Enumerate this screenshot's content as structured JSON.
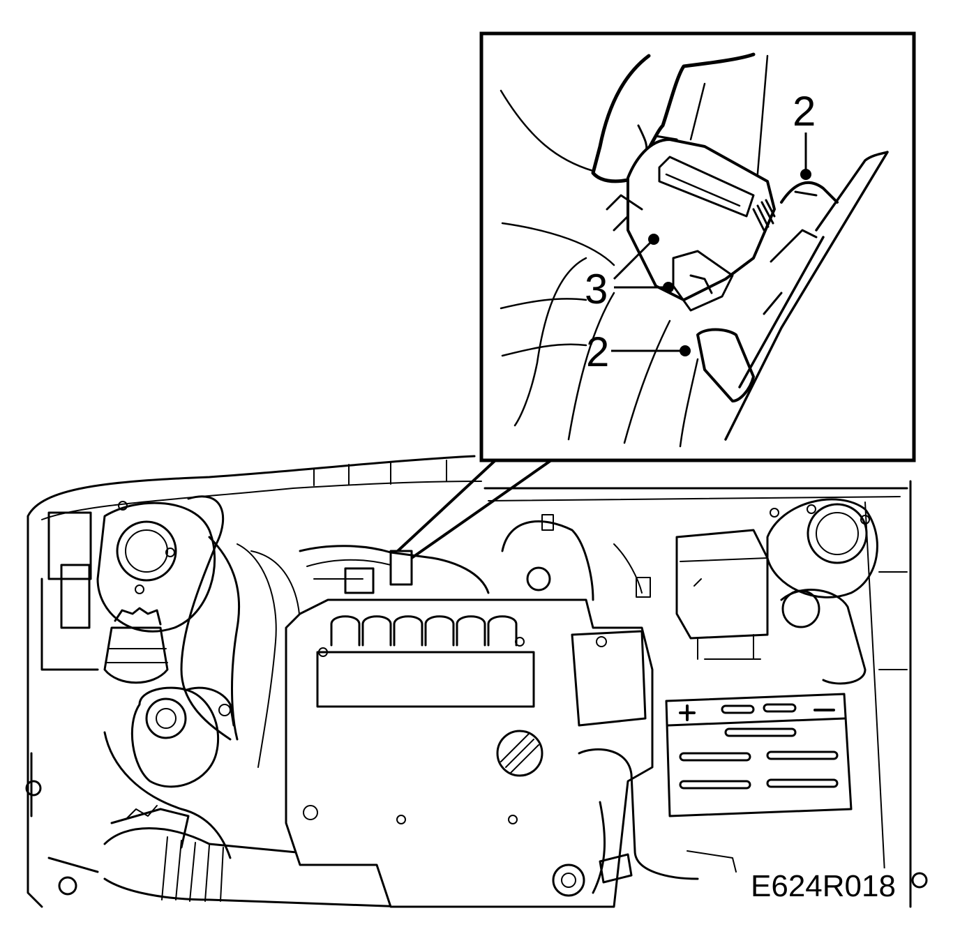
{
  "callouts": {
    "top": "2",
    "middle": "3",
    "bottom": "2"
  },
  "figure_code": "E624R018",
  "colors": {
    "ink": "#000000",
    "paper": "#ffffff"
  }
}
